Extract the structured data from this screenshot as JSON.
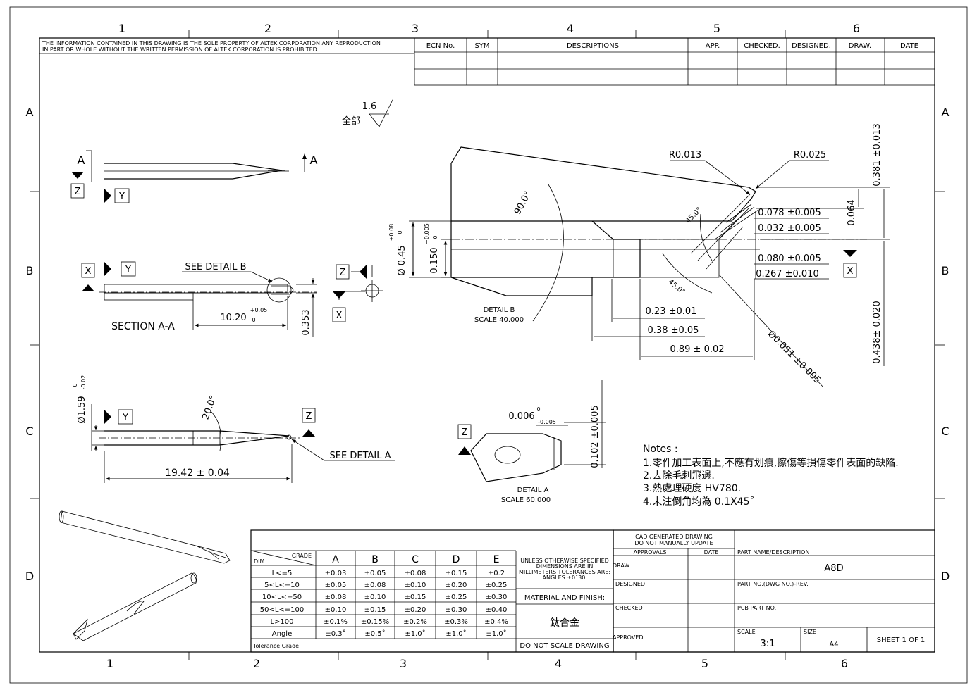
{
  "zone_columns": [
    "1",
    "2",
    "3",
    "4",
    "5",
    "6"
  ],
  "zone_rows": [
    "A",
    "B",
    "C",
    "D"
  ],
  "disclaimer": [
    "THE INFORMATION CONTAINED IN THIS DRAWING IS THE SOLE PROPERTY OF ALTEK CORPORATION ANY REPRODUCTION",
    "IN PART OR WHOLE WITHOUT THE WRITTEN PERMISSION OF ALTEK CORPORATION IS PROHIBITED."
  ],
  "revision_headers": [
    "ECN No.",
    "SYM",
    "DESCRIPTIONS",
    "APP.",
    "CHECKED.",
    "DESIGNED.",
    "DRAW.",
    "DATE"
  ],
  "surface_finish": {
    "value": "1.6",
    "label": "全部"
  },
  "views": {
    "section_letter": "A",
    "datum_x": "X",
    "datum_y": "Y",
    "datum_z": "Z",
    "see_detail_b": "SEE DETAIL  B",
    "see_detail_a": "SEE DETAIL  A",
    "section_label": "SECTION  A-A",
    "dim_10_20": "10.20",
    "dim_10_20_tol_up": "+0.05",
    "dim_10_20_tol_lo": "0",
    "dim_0_353": "0.353",
    "dia_1_59": "Ø1.59",
    "dia_1_59_tol_up": "0",
    "dia_1_59_tol_lo": "-0.02",
    "angle_20": "20.0°",
    "dim_19_42": "19.42 ± 0.04"
  },
  "detail_b": {
    "title": "DETAIL  B",
    "scale": "SCALE  40.000",
    "r_0013": "R0.013",
    "r_0025": "R0.025",
    "angle_90": "90.0°",
    "angle_45a": "45.0°",
    "angle_45b": "45.0°",
    "dia_045": "Ø 0.45",
    "dia_045_tol_up": "+0.08",
    "dia_045_tol_lo": "0",
    "dim_0150": "0.150",
    "dim_0150_tol_up": "+0.005",
    "dim_0150_tol_lo": "0",
    "dim_0078": "0.078  ±0.005",
    "dim_0032": "0.032  ±0.005",
    "dim_0080": "0.080  ±0.005",
    "dim_0267": "0.267  ±0.010",
    "dim_023": "0.23  ±0.01",
    "dim_038": "0.38  ±0.05",
    "dim_089": "0.89  ± 0.02",
    "dia_0051": "Ø0.051  ±0.005",
    "dim_0381": "0.381  ±0.013",
    "dim_0064": "0.064",
    "dim_0438": "0.438±  0.020"
  },
  "detail_a": {
    "title": "DETAIL  A",
    "scale": "SCALE  60.000",
    "dim_0006": "0.006",
    "dim_0006_tol_up": "0",
    "dim_0006_tol_lo": "-0.005",
    "dim_0102": "0.102  ±0.005"
  },
  "notes": {
    "title": "Notes :",
    "lines": [
      "1.零件加工表面上,不應有划痕,擦傷等損傷零件表面的缺陷.",
      "2.去除毛刺飛邊.",
      "3.熱處理硬度 HV780.",
      "4.未注倒角均為 0.1X45˚"
    ]
  },
  "tolerance_table": {
    "grade_label": "GRADE",
    "dim_label": "DIM",
    "grades": [
      "A",
      "B",
      "C",
      "D",
      "E"
    ],
    "rows": [
      {
        "label": "L<=5",
        "values": [
          "±0.03",
          "±0.05",
          "±0.08",
          "±0.15",
          "±0.2"
        ]
      },
      {
        "label": "5<L<=10",
        "values": [
          "±0.05",
          "±0.08",
          "±0.10",
          "±0.20",
          "±0.25"
        ]
      },
      {
        "label": "10<L<=50",
        "values": [
          "±0.08",
          "±0.10",
          "±0.15",
          "±0.25",
          "±0.30"
        ]
      },
      {
        "label": "50<L<=100",
        "values": [
          "±0.10",
          "±0.15",
          "±0.20",
          "±0.30",
          "±0.40"
        ]
      },
      {
        "label": "L>100",
        "values": [
          "±0.1%",
          "±0.15%",
          "±0.2%",
          "±0.3%",
          "±0.4%"
        ]
      },
      {
        "label": "Angle",
        "values": [
          "±0.3˚",
          "±0.5˚",
          "±1.0˚",
          "±1.0˚",
          "±1.0˚"
        ]
      }
    ],
    "footer": "Tolerance Grade"
  },
  "general_notes": {
    "unless": [
      "UNLESS OTHERWISE SPECIFIED",
      "DIMENSIONS ARE IN",
      "MILLIMETERS TOLERANCES ARE:",
      "ANGLES  ±0˚30'"
    ],
    "material_label": "MATERIAL AND FINISH:",
    "material": "鈦合金",
    "no_scale": "DO NOT SCALE DRAWING"
  },
  "title_block": {
    "cad_line1": "CAD GENERATED DRAWING",
    "cad_line2": "DO NOT MANUALLY UPDATE",
    "approvals": "APPROVALS",
    "date": "DATE",
    "draw": "DRAW",
    "designed": "DESIGNED",
    "checked": "CHECKED",
    "approved": "APPROVED",
    "part_name_label": "PART NAME/DESCRIPTION",
    "part_name": "A8D",
    "part_no_label": "PART NO.(DWG NO.)-REV.",
    "pcb_label": "PCB PART NO.",
    "scale_label": "SCALE",
    "scale": "3:1",
    "size_label": "SIZE",
    "size": "A4",
    "sheet": "SHEET 1 OF 1"
  }
}
